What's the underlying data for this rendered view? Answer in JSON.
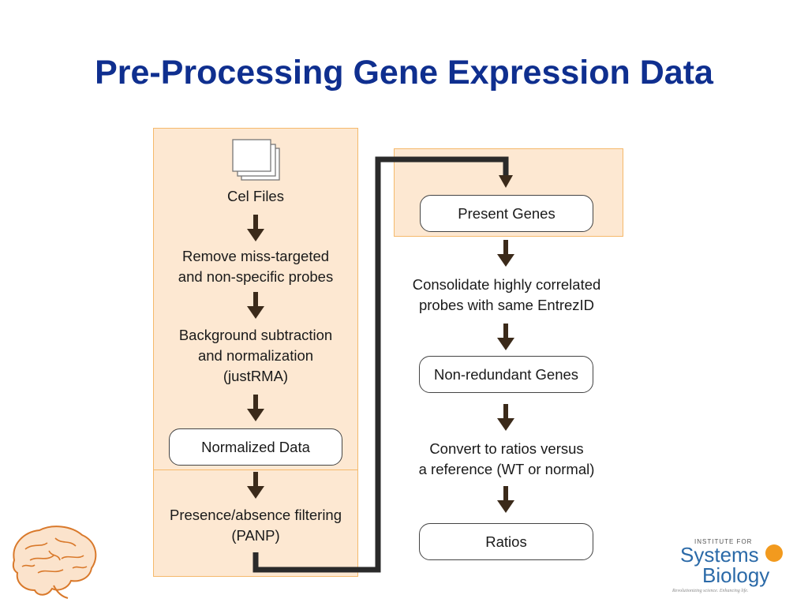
{
  "title": "Pre-Processing Gene Expression Data",
  "left_column": {
    "cel_files": "Cel Files",
    "remove_line1": "Remove miss-targeted",
    "remove_line2": "and non-specific probes",
    "bg_line1": "Background subtraction",
    "bg_line2": "and normalization",
    "bg_line3": "(justRMA)",
    "normalized_data": "Normalized Data",
    "presence_line1": "Presence/absence filtering",
    "presence_line2": "(PANP)"
  },
  "right_column": {
    "present_genes": "Present Genes",
    "consolidate_line1": "Consolidate highly correlated",
    "consolidate_line2": "probes with same EntrezID",
    "non_redundant": "Non-redundant Genes",
    "convert_line1": "Convert to ratios versus",
    "convert_line2": "a reference (WT or normal)",
    "ratios": "Ratios"
  },
  "logo": {
    "small": "INSTITUTE FOR",
    "systems": "Systems",
    "biology": "Biology",
    "tagline": "Revolutionizing science. Enhancing life."
  },
  "colors": {
    "title": "#0f2f8f",
    "panel_fill": "#fde8d2",
    "panel_border": "#f5b96b",
    "arrow": "#3b2a1a",
    "logo_blue": "#2b6aa8",
    "logo_orange": "#f29a1e"
  }
}
